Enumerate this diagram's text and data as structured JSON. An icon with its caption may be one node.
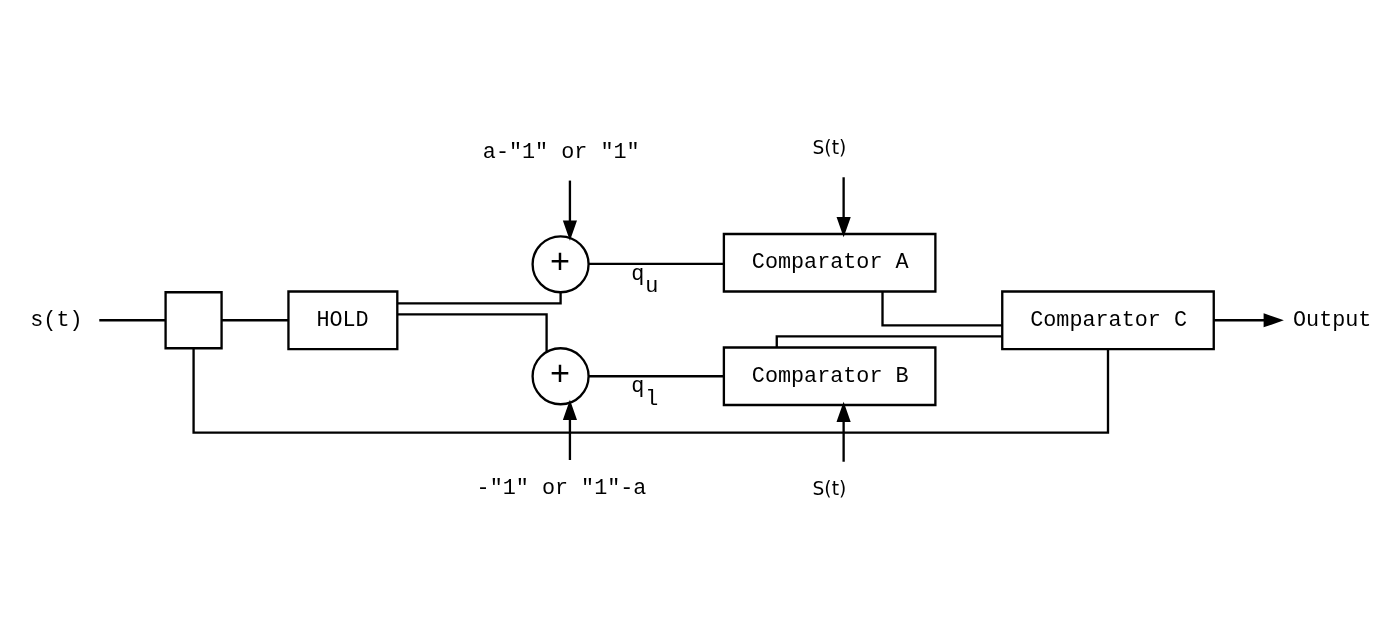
{
  "diagram": {
    "nodes": [
      {
        "text": [
          "s(t)"
        ]
      },
      {
        "text": [],
        "shape": "box"
      },
      {
        "text": [
          "HOLD"
        ]
      },
      {
        "text": [
          "+"
        ]
      },
      {
        "text": [
          "a-\"1\" or \"1\""
        ]
      },
      {
        "text": [
          "Comparator A"
        ]
      },
      {
        "text": [
          "S(t)"
        ]
      },
      {
        "text": [
          "+"
        ]
      },
      {
        "text": [
          "-\"1\" or \"1\"-a"
        ]
      },
      {
        "text": [
          "Comparator B"
        ]
      },
      {
        "text": [
          "S(t)"
        ]
      },
      {
        "text": [
          "Comparator C"
        ]
      },
      {
        "text": [
          "Output"
        ]
      }
    ],
    "edges": [
      {
        "from": 0,
        "to": 1,
        "arrow": "none"
      },
      {
        "from": 1,
        "to": 2,
        "arrow": "none"
      },
      {
        "from": 2,
        "to": 3,
        "arrow": "none"
      },
      {
        "from": 2,
        "to": 7,
        "arrow": "none"
      },
      {
        "from": 4,
        "to": 3,
        "arrow": "to"
      },
      {
        "from": 3,
        "to": 5,
        "arrow": "none",
        "label": "q$_{u}$"
      },
      {
        "from": 6,
        "to": 5,
        "arrow": "to"
      },
      {
        "from": 8,
        "to": 7,
        "arrow": "to"
      },
      {
        "from": 7,
        "to": 9,
        "arrow": "none",
        "label": "q$_{l}$"
      },
      {
        "from": 10,
        "to": 9,
        "arrow": "to"
      },
      {
        "from": 5,
        "to": 11,
        "arrow": "none"
      },
      {
        "from": 9,
        "to": 11,
        "arrow": "none"
      },
      {
        "from": 11,
        "to": 12,
        "arrow": "to"
      },
      {
        "from": 11,
        "to": 1,
        "arrow": "none"
      }
    ]
  }
}
